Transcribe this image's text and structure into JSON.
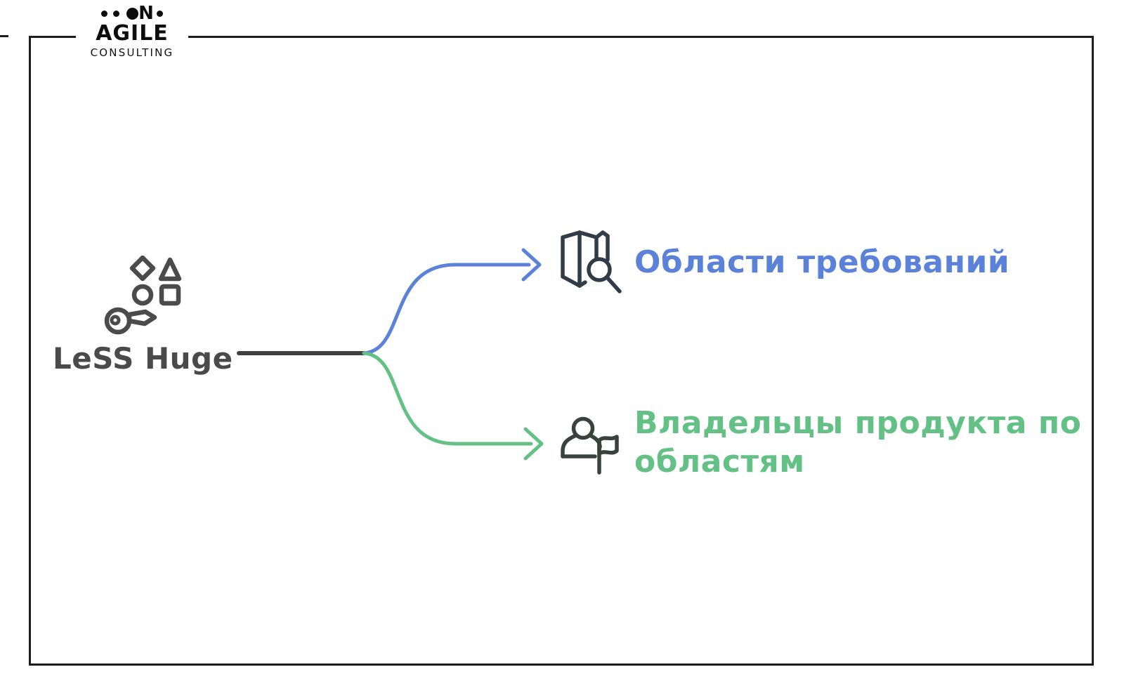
{
  "logo": {
    "letter": "N",
    "word": "AGILE",
    "subtitle": "CONSULTING"
  },
  "colors": {
    "frame": "#1c1c1c",
    "trunk": "#3f3f3f",
    "blue_branch": "#5b82d8",
    "green_branch": "#64c186",
    "root_text": "#4a4a4a",
    "root_icon": "#4b4b4b",
    "map_icon": "#323c49",
    "flag_icon": "#38433d"
  },
  "mindmap": {
    "root": {
      "label": "LeSS Huge",
      "icon": "key-shapes-icon"
    },
    "branches": [
      {
        "id": "requirement-areas",
        "icon": "map-search-icon",
        "color": "#5b82d8",
        "lines": [
          "Области требований"
        ]
      },
      {
        "id": "area-product-owners",
        "icon": "user-flag-icon",
        "color": "#64c186",
        "lines": [
          "Владельцы продукта по",
          "областям"
        ]
      }
    ]
  }
}
